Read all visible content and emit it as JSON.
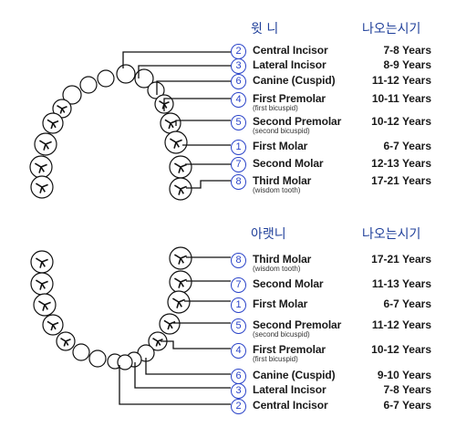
{
  "upper": {
    "header_name": "윗 니",
    "header_age": "나오는시기",
    "rows": [
      {
        "num": "2",
        "name": "Central Incisor",
        "sub": "",
        "age": "7-8 Years"
      },
      {
        "num": "3",
        "name": "Lateral Incisor",
        "sub": "",
        "age": "8-9 Years"
      },
      {
        "num": "6",
        "name": "Canine (Cuspid)",
        "sub": "",
        "age": "11-12 Years"
      },
      {
        "num": "4",
        "name": "First Premolar",
        "sub": "(first bicuspid)",
        "age": "10-11 Years"
      },
      {
        "num": "5",
        "name": "Second Premolar",
        "sub": "(second bicuspid)",
        "age": "10-12 Years"
      },
      {
        "num": "1",
        "name": "First Molar",
        "sub": "",
        "age": "6-7 Years"
      },
      {
        "num": "7",
        "name": "Second Molar",
        "sub": "",
        "age": "12-13 Years"
      },
      {
        "num": "8",
        "name": "Third Molar",
        "sub": "(wisdom tooth)",
        "age": "17-21 Years"
      }
    ]
  },
  "lower": {
    "header_name": "아랫니",
    "header_age": "나오는시기",
    "rows": [
      {
        "num": "8",
        "name": "Third Molar",
        "sub": "(wisdom tooth)",
        "age": "17-21 Years"
      },
      {
        "num": "7",
        "name": "Second Molar",
        "sub": "",
        "age": "11-13 Years"
      },
      {
        "num": "1",
        "name": "First Molar",
        "sub": "",
        "age": "6-7 Years"
      },
      {
        "num": "5",
        "name": "Second Premolar",
        "sub": "(second bicuspid)",
        "age": "11-12 Years"
      },
      {
        "num": "4",
        "name": "First Premolar",
        "sub": "(first bicuspid)",
        "age": "10-12 Years"
      },
      {
        "num": "6",
        "name": "Canine (Cuspid)",
        "sub": "",
        "age": "9-10 Years"
      },
      {
        "num": "3",
        "name": "Lateral Incisor",
        "sub": "",
        "age": "7-8 Years"
      },
      {
        "num": "2",
        "name": "Central Incisor",
        "sub": "",
        "age": "6-7 Years"
      }
    ]
  },
  "colors": {
    "accent": "#2b44c9",
    "header": "#1f3f9a",
    "line": "#111111"
  }
}
